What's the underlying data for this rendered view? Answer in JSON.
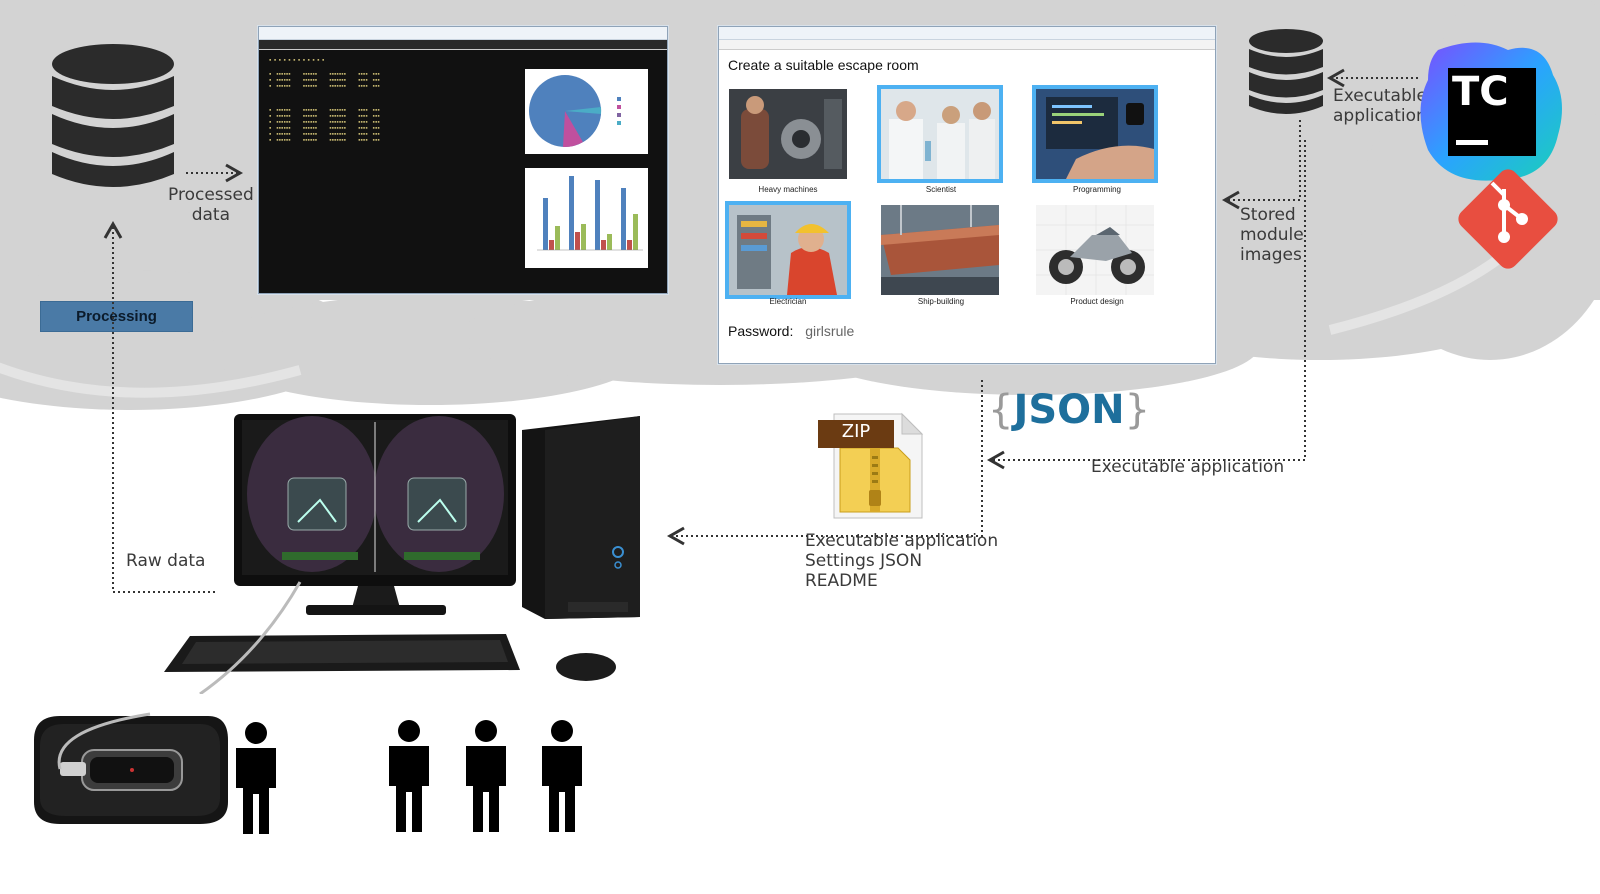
{
  "labels": {
    "processed_data": "Processed\ndata",
    "processing": "Processing",
    "raw_data": "Raw data",
    "executable_application_top": "Executable\napplication",
    "stored_module_images": "Stored\nmodule\nimages",
    "executable_application_mid": "Executable application",
    "package_contents": [
      "Executable application",
      "Settings JSON",
      "README"
    ],
    "json_brace_open": "{",
    "json_word": "JSON",
    "json_brace_close": "}",
    "zip_badge": "ZIP",
    "teamcity_logo": "TC"
  },
  "escape_room_window": {
    "title": "Create a suitable escape room",
    "modules": [
      {
        "caption": "Heavy machines",
        "selected": false
      },
      {
        "caption": "Scientist",
        "selected": true
      },
      {
        "caption": "Programming",
        "selected": true
      },
      {
        "caption": "Electrician",
        "selected": true
      },
      {
        "caption": "Ship-building",
        "selected": false
      },
      {
        "caption": "Product design",
        "selected": false
      }
    ],
    "password_label": "Password:",
    "password_value": "girlsrule"
  },
  "colors": {
    "cloud": "#d3d3d3",
    "processing_box": "#4a7aa6",
    "selected_outline": "#4db1f2",
    "json_text": "#1e6f9c",
    "git_red": "#e84e40",
    "teamcity_dark": "#000000"
  },
  "icons": [
    "database-icon",
    "teamcity-logo",
    "git-logo",
    "zip-file-icon",
    "person-icon",
    "vr-headset",
    "desktop-computer"
  ]
}
